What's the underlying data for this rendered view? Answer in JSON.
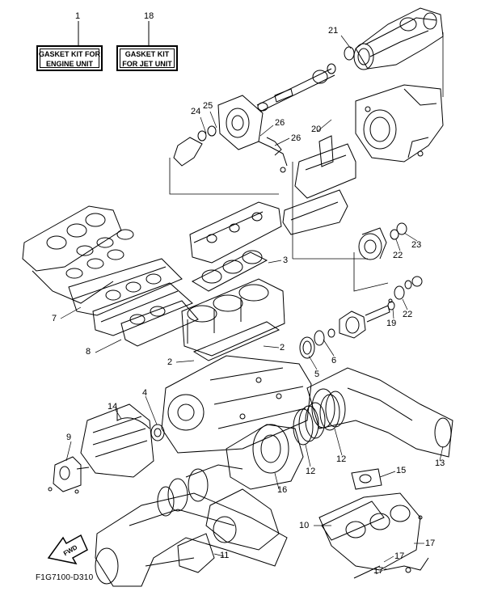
{
  "kits": [
    {
      "number": "1",
      "line1": "GASKET KIT FOR",
      "line2": "ENGINE UNIT"
    },
    {
      "number": "18",
      "line1": "GASKET KIT",
      "line2": "FOR JET UNIT"
    }
  ],
  "callouts": [
    "21",
    "24",
    "25",
    "26",
    "26",
    "20",
    "3",
    "7",
    "8",
    "2",
    "2",
    "4",
    "14",
    "9",
    "5",
    "6",
    "19",
    "22",
    "22",
    "23",
    "12",
    "12",
    "13",
    "15",
    "16",
    "10",
    "11",
    "17",
    "17",
    "17"
  ],
  "fwd_label": "FWD",
  "figure_code": "F1G7100-D310"
}
